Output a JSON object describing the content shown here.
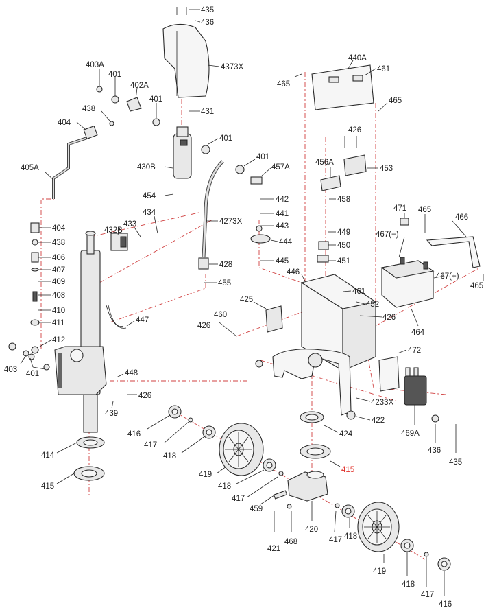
{
  "labels": [
    {
      "id": "l435a",
      "text": "435",
      "color": "black"
    },
    {
      "id": "l436a",
      "text": "436",
      "color": "black"
    },
    {
      "id": "l4373X",
      "text": "4373X",
      "color": "red"
    },
    {
      "id": "l403A",
      "text": "403A",
      "color": "black"
    },
    {
      "id": "l401a",
      "text": "401",
      "color": "black"
    },
    {
      "id": "l402A",
      "text": "402A",
      "color": "black"
    },
    {
      "id": "l401b",
      "text": "401",
      "color": "black"
    },
    {
      "id": "l438a",
      "text": "438",
      "color": "black"
    },
    {
      "id": "l431",
      "text": "431",
      "color": "black"
    },
    {
      "id": "l404a",
      "text": "404",
      "color": "black"
    },
    {
      "id": "l401c",
      "text": "401",
      "color": "black"
    },
    {
      "id": "l401d",
      "text": "401",
      "color": "black"
    },
    {
      "id": "l405A",
      "text": "405A",
      "color": "black"
    },
    {
      "id": "l430B",
      "text": "430B",
      "color": "black"
    },
    {
      "id": "l457A",
      "text": "457A",
      "color": "black"
    },
    {
      "id": "l454",
      "text": "454",
      "color": "black"
    },
    {
      "id": "l434",
      "text": "434",
      "color": "black"
    },
    {
      "id": "l432B",
      "text": "432B",
      "color": "black"
    },
    {
      "id": "l433",
      "text": "433",
      "color": "black"
    },
    {
      "id": "l4273X",
      "text": "4273X",
      "color": "red"
    },
    {
      "id": "l404b",
      "text": "404",
      "color": "black"
    },
    {
      "id": "l438b",
      "text": "438",
      "color": "black"
    },
    {
      "id": "l406",
      "text": "406",
      "color": "black"
    },
    {
      "id": "l407",
      "text": "407",
      "color": "black"
    },
    {
      "id": "l409",
      "text": "409",
      "color": "black"
    },
    {
      "id": "l408",
      "text": "408",
      "color": "black"
    },
    {
      "id": "l410",
      "text": "410",
      "color": "black"
    },
    {
      "id": "l411",
      "text": "411",
      "color": "black"
    },
    {
      "id": "l412",
      "text": "412",
      "color": "black"
    },
    {
      "id": "l403",
      "text": "403",
      "color": "black"
    },
    {
      "id": "l401e",
      "text": "401",
      "color": "black"
    },
    {
      "id": "l428",
      "text": "428",
      "color": "black"
    },
    {
      "id": "l455",
      "text": "455",
      "color": "black"
    },
    {
      "id": "l447",
      "text": "447",
      "color": "black"
    },
    {
      "id": "l448",
      "text": "448",
      "color": "black"
    },
    {
      "id": "l426a",
      "text": "426",
      "color": "black"
    },
    {
      "id": "l439",
      "text": "439",
      "color": "black"
    },
    {
      "id": "l440A",
      "text": "440A",
      "color": "black"
    },
    {
      "id": "l461a",
      "text": "461",
      "color": "black"
    },
    {
      "id": "l465a",
      "text": "465",
      "color": "black"
    },
    {
      "id": "l465b",
      "text": "465",
      "color": "black"
    },
    {
      "id": "l426b",
      "text": "426",
      "color": "black"
    },
    {
      "id": "l456A",
      "text": "456A",
      "color": "black"
    },
    {
      "id": "l453",
      "text": "453",
      "color": "black"
    },
    {
      "id": "l458",
      "text": "458",
      "color": "black"
    },
    {
      "id": "l442",
      "text": "442",
      "color": "black"
    },
    {
      "id": "l441",
      "text": "441",
      "color": "black"
    },
    {
      "id": "l443",
      "text": "443",
      "color": "black"
    },
    {
      "id": "l444",
      "text": "444",
      "color": "black"
    },
    {
      "id": "l445",
      "text": "445",
      "color": "black"
    },
    {
      "id": "l446",
      "text": "446",
      "color": "black"
    },
    {
      "id": "l471",
      "text": "471",
      "color": "black"
    },
    {
      "id": "l465c",
      "text": "465",
      "color": "black"
    },
    {
      "id": "l466",
      "text": "466",
      "color": "black"
    },
    {
      "id": "l467neg",
      "text": "467(−)",
      "color": "black"
    },
    {
      "id": "l449",
      "text": "449",
      "color": "black"
    },
    {
      "id": "l450",
      "text": "450",
      "color": "black"
    },
    {
      "id": "l451",
      "text": "451",
      "color": "black"
    },
    {
      "id": "l467pos",
      "text": "467(+)",
      "color": "black"
    },
    {
      "id": "l465d",
      "text": "465",
      "color": "black"
    },
    {
      "id": "l461b",
      "text": "461",
      "color": "black"
    },
    {
      "id": "l425",
      "text": "425",
      "color": "black"
    },
    {
      "id": "l452",
      "text": "452",
      "color": "black"
    },
    {
      "id": "l460",
      "text": "460",
      "color": "black"
    },
    {
      "id": "l426c",
      "text": "426",
      "color": "black"
    },
    {
      "id": "l426d",
      "text": "426",
      "color": "black"
    },
    {
      "id": "l464",
      "text": "464",
      "color": "black"
    },
    {
      "id": "l472",
      "text": "472",
      "color": "black"
    },
    {
      "id": "l4233X",
      "text": "4233X",
      "color": "red"
    },
    {
      "id": "l416a",
      "text": "416",
      "color": "black"
    },
    {
      "id": "l417a",
      "text": "417",
      "color": "black"
    },
    {
      "id": "l418a",
      "text": "418",
      "color": "black"
    },
    {
      "id": "l424",
      "text": "424",
      "color": "black"
    },
    {
      "id": "l422",
      "text": "422",
      "color": "black"
    },
    {
      "id": "l469A",
      "text": "469A",
      "color": "black"
    },
    {
      "id": "l436b",
      "text": "436",
      "color": "black"
    },
    {
      "id": "l435b",
      "text": "435",
      "color": "black"
    },
    {
      "id": "l414",
      "text": "414",
      "color": "black"
    },
    {
      "id": "l415a",
      "text": "415",
      "color": "black"
    },
    {
      "id": "l415b",
      "text": "415",
      "color": "red"
    },
    {
      "id": "l419a",
      "text": "419",
      "color": "black"
    },
    {
      "id": "l418b",
      "text": "418",
      "color": "black"
    },
    {
      "id": "l417b",
      "text": "417",
      "color": "black"
    },
    {
      "id": "l459",
      "text": "459",
      "color": "black"
    },
    {
      "id": "l420",
      "text": "420",
      "color": "black"
    },
    {
      "id": "l421",
      "text": "421",
      "color": "black"
    },
    {
      "id": "l468",
      "text": "468",
      "color": "black"
    },
    {
      "id": "l417c",
      "text": "417",
      "color": "black"
    },
    {
      "id": "l418c",
      "text": "418",
      "color": "black"
    },
    {
      "id": "l419b",
      "text": "419",
      "color": "black"
    },
    {
      "id": "l418d",
      "text": "418",
      "color": "black"
    },
    {
      "id": "l417d",
      "text": "417",
      "color": "black"
    },
    {
      "id": "l416b",
      "text": "416",
      "color": "black"
    }
  ],
  "colors": {
    "black": "#222222",
    "red": "#e0302a",
    "dash": "#d04040"
  }
}
